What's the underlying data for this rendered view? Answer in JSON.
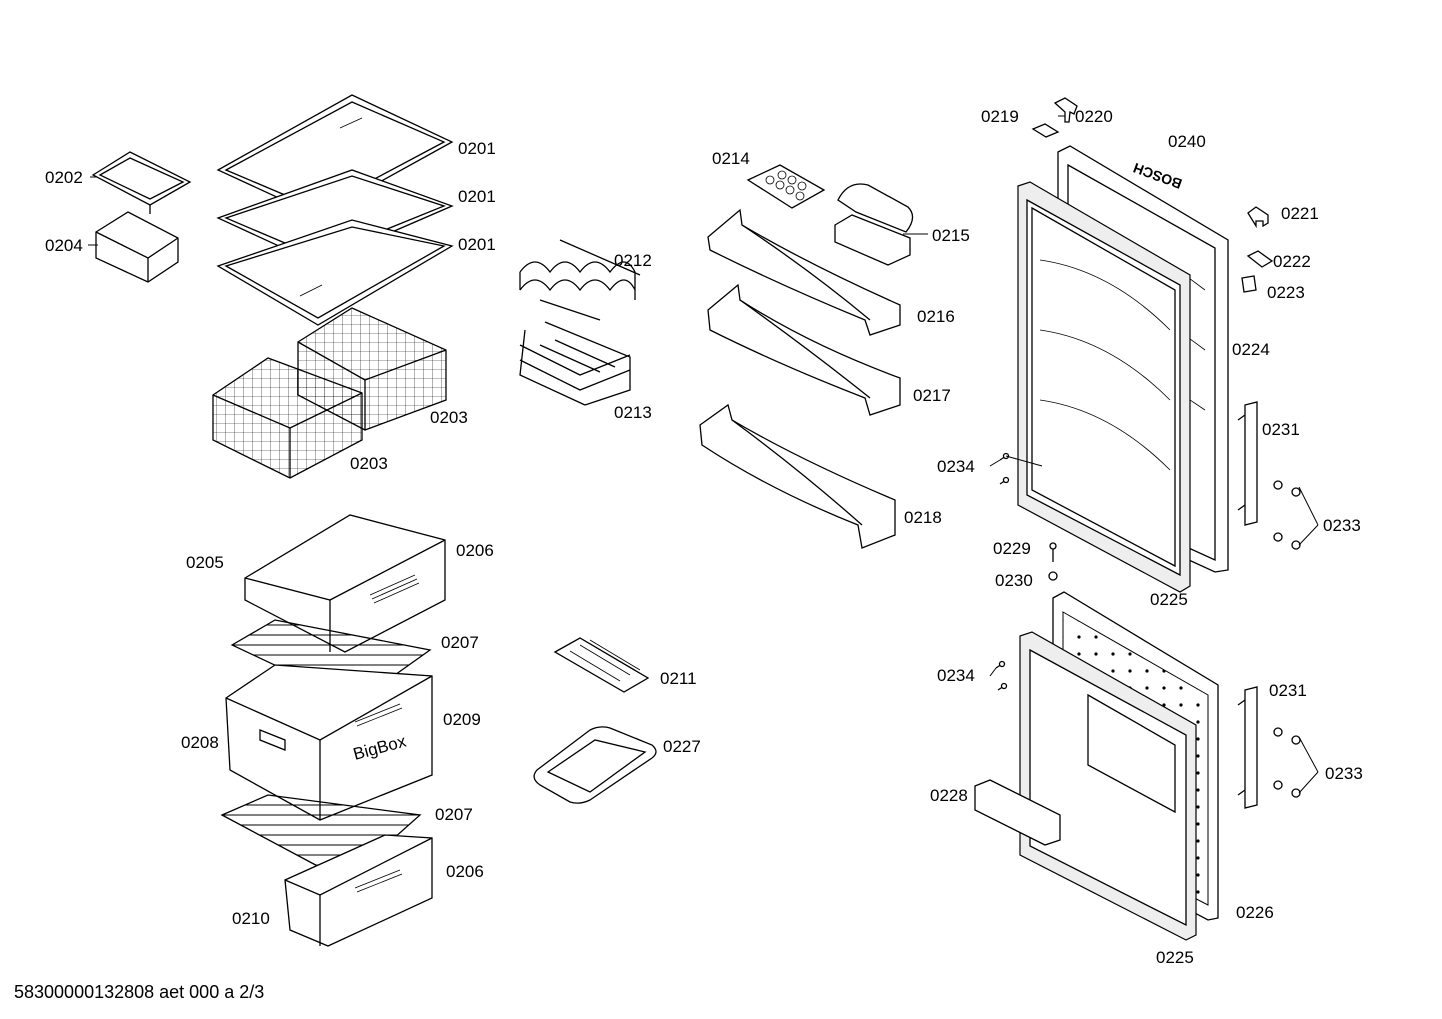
{
  "brand_mark": "BOSCH",
  "footer": "58300000132808 aet 000 a 2/3",
  "labels": {
    "l0201a": "0201",
    "l0201b": "0201",
    "l0201c": "0201",
    "l0202": "0202",
    "l0204": "0204",
    "l0203a": "0203",
    "l0203b": "0203",
    "l0212": "0212",
    "l0213": "0213",
    "l0214": "0214",
    "l0215": "0215",
    "l0216": "0216",
    "l0217": "0217",
    "l0218": "0218",
    "l0219": "0219",
    "l0220": "0220",
    "l0240": "0240",
    "l0221": "0221",
    "l0222": "0222",
    "l0223": "0223",
    "l0224": "0224",
    "l0231a": "0231",
    "l0234a": "0234",
    "l0233a": "0233",
    "l0229": "0229",
    "l0230": "0230",
    "l0225a": "0225",
    "l0234b": "0234",
    "l0231b": "0231",
    "l0233b": "0233",
    "l0228": "0228",
    "l0226": "0226",
    "l0225b": "0225",
    "l0205": "0205",
    "l0206a": "0206",
    "l0207a": "0207",
    "l0208": "0208",
    "l0209": "0209",
    "l0207b": "0207",
    "l0206b": "0206",
    "l0210": "0210",
    "l0211": "0211",
    "l0227": "0227",
    "bigbox": "BigBox"
  }
}
